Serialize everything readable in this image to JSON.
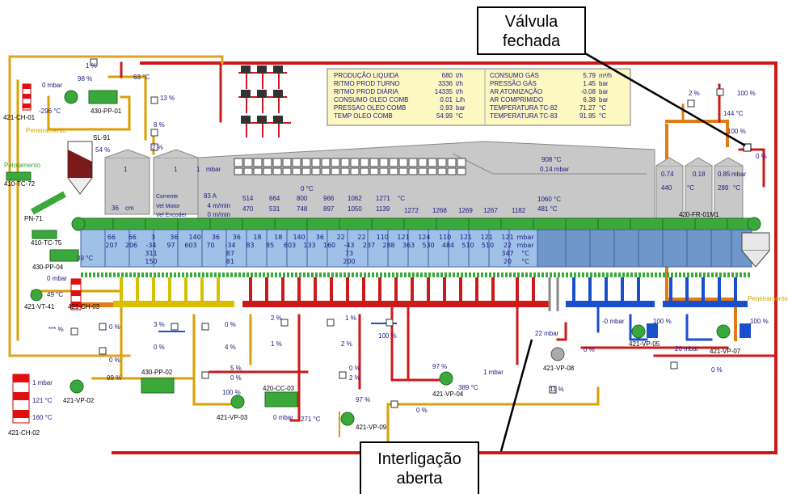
{
  "callouts": {
    "valvula_line1": "Válvula",
    "valvula_line2": "fechada",
    "interligacao_line1": "Interligação",
    "interligacao_line2": "aberta"
  },
  "colors": {
    "hot_air": "#cc1a1a",
    "cold_air": "#1a4fcc",
    "exhaust": "#d8a000",
    "orange_duct": "#e07b16",
    "pellet_bed": "#9fc1e8",
    "dark_bed": "#6f97c9",
    "hood": "#c8c8c8",
    "grate": "#3aa83a",
    "info_panel": "#fdf8c2"
  },
  "info_panel": {
    "left": [
      {
        "label": "PRODUÇÃO LIQUIDA",
        "value": "680",
        "unit": "t/h"
      },
      {
        "label": "RITMO PROD TURNO",
        "value": "3336",
        "unit": "t/h"
      },
      {
        "label": "RITMO PROD DIÁRIA",
        "value": "14335",
        "unit": "t/h"
      },
      {
        "label": "CONSUMO OLEO COMB",
        "value": "0.01",
        "unit": "L/h"
      },
      {
        "label": "PRESSAO OLEO COMB",
        "value": "0.93",
        "unit": "bar"
      },
      {
        "label": "TEMP OLEO COMB",
        "value": "54.99",
        "unit": "°C"
      }
    ],
    "right": [
      {
        "label": "CONSUMO GÁS",
        "value": "5.79",
        "unit": "m³/h"
      },
      {
        "label": "PRESSÃO GÁS",
        "value": "1.45",
        "unit": "bar"
      },
      {
        "label": "AR ATOMIZAÇÃO",
        "value": "-0.08",
        "unit": "bar"
      },
      {
        "label": "AR COMPRIMIDO",
        "value": "6.38",
        "unit": "bar"
      },
      {
        "label": "TEMPERATURA TC-82",
        "value": "71.27",
        "unit": "°C"
      },
      {
        "label": "TEMPERATURA TC-83",
        "value": "91.95",
        "unit": "°C"
      }
    ]
  },
  "equipment": {
    "ch01": "421-CH-01",
    "pp01": "430-PP-01",
    "sl91": "SL-91",
    "tc72": "410-TC-72",
    "pn71": "PN-71",
    "tc75": "410-TC-75",
    "pp04": "430-PP-04",
    "vt41": "421-VT-41",
    "ch03": "421-CH-03",
    "pp02": "430-PP-02",
    "vp02": "421-VP-02",
    "ch02": "421-CH-02",
    "vp03": "421-VP-03",
    "cc03": "420-CC-03",
    "vp09": "421-VP-09",
    "vp04": "421-VP-04",
    "vp08": "421-VP-08",
    "vp05": "421-VP-05",
    "vp07": "421-VP-07",
    "fr01m1": "420-FR-01M1",
    "peneiramento_left": "Peneiramento",
    "peneiramento_right": "Peneiramento",
    "pelotamento": "Pelotamento"
  },
  "readings": {
    "r_1pct_top": "1 %",
    "r_0mbar_ch01": "0 mbar",
    "r_98pct": "98 %",
    "r_63c": "63 °C",
    "r_m296c": "-296 °C",
    "r_13pct": "13 %",
    "r_8pct": "8 %",
    "r_2pct": "2 %",
    "r_54pct": "54 %",
    "r_39c": "39 °C",
    "r_0mbar_vt": "0 mbar",
    "r_49c": "49 °C",
    "r_stars": "*** %",
    "r_0pct_a": "0 %",
    "r_0pct_b": "0 %",
    "r_3pct": "3 %",
    "r_0pct_c": "0 %",
    "r_0pct_d": "0 %",
    "r_4pct": "4 %",
    "r_1mbar_ch02": "1 mbar",
    "r_99pct": "99 %",
    "r_121c": "121 °C",
    "r_160c": "160 °C",
    "r_5pct": "5 %",
    "r_0pct_e": "0 %",
    "r_100pct_vp03": "100 %",
    "r_0mbar_cc": "0 mbar",
    "r_271c": "271 °C",
    "r_97pct_vp09": "97 %",
    "r_0pct_vp09": "0 %",
    "r_2pct_b": "2 %",
    "r_1pct_b": "1 %",
    "r_1pct_c": "1 %",
    "r_2pct_c": "2 %",
    "r_0pct_f": "0 %",
    "r_2pct_d": "2 %",
    "r_100pct_mid": "100 %",
    "r_97pct_vp04": "97 %",
    "r_1mbar_vp04": "1 mbar",
    "r_389c": "389 °C",
    "r_11pct": "11 %",
    "r_22mbar": "22 mbar",
    "r_0pct_g": "0 %",
    "r_m0mbar": "-0 mbar",
    "r_100pct_vp05": "100 %",
    "r_20mbar": "20 mbar",
    "r_100pct_vp07": "100 %",
    "r_0pct_h": "0 %",
    "r_2pct_right": "2 %",
    "r_100pct_tr": "100 %",
    "r_144c": "144 °C",
    "r_100pct_r": "100 %",
    "r_0pct_valve": "0 %",
    "r_908c": "908 °C",
    "r_014mbar": "0.14 mbar",
    "r_1060c": "1060 °C",
    "r_481c": "481 °C",
    "r_0c_hood": "0 °C"
  },
  "hood": {
    "tank_vals": [
      "1",
      "1",
      "1"
    ],
    "tank_mbar": "mbar",
    "left_level": "36",
    "left_level_unit": "cm",
    "corrente_label": "Corrente",
    "corrente_val": "83 A",
    "vel_motor_label": "Vel Motor",
    "vel_motor_val": "4 m/min",
    "vel_encoder_label": "Vel Encoder",
    "vel_encoder_val": "0 m/min",
    "temps_top": [
      "514",
      "664",
      "800",
      "966",
      "1062",
      "1271"
    ],
    "temps_bottom": [
      "470",
      "531",
      "748",
      "897",
      "1050",
      "1139",
      "1272",
      "1268",
      "1269",
      "1267",
      "1182"
    ],
    "temps_unit": "°C",
    "right_tanks": [
      "0.74",
      "0.18",
      "0.85"
    ],
    "right_tank_unit": "mbar",
    "right_temp1": "440",
    "right_temp1_unit": "°C",
    "right_temp2": "289",
    "right_temp2_unit": "°C"
  },
  "windbox_rows": {
    "row1": [
      "66",
      "66",
      "3",
      "36",
      "140",
      "36",
      "36",
      "18",
      "18",
      "140",
      "36",
      "22",
      "22",
      "110",
      "121",
      "124",
      "110",
      "121",
      "121",
      "121",
      "mbar"
    ],
    "row2": [
      "207",
      "206",
      "-34",
      "97",
      "603",
      "70",
      "-34",
      "83",
      "85",
      "603",
      "133",
      "160",
      "-43",
      "237",
      "288",
      "363",
      "530",
      "484",
      "510",
      "510",
      "22",
      "mbar"
    ],
    "row3": [
      "",
      "",
      "311",
      "",
      "",
      "",
      "87",
      "",
      "",
      "",
      "",
      "",
      "73",
      "",
      "",
      "",
      "",
      "",
      "",
      "",
      "347",
      "°C"
    ],
    "row4": [
      "",
      "",
      "150",
      "",
      "",
      "",
      "81",
      "",
      "",
      "",
      "",
      "",
      "200",
      "",
      "",
      "",
      "",
      "",
      "",
      "",
      "20",
      "°C"
    ]
  }
}
